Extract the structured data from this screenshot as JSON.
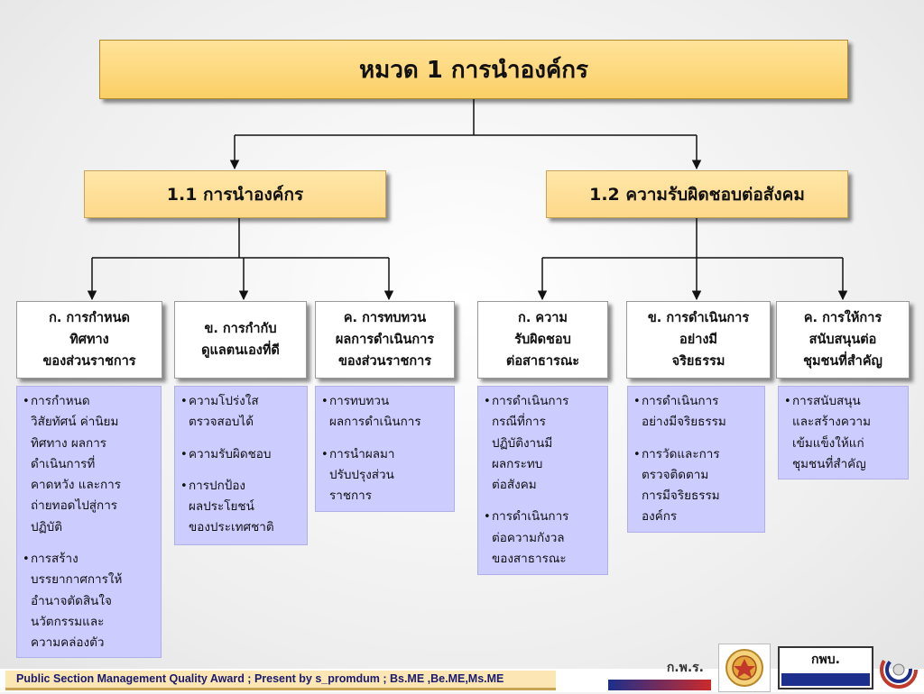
{
  "title": "หมวด 1 การนำองค์กร",
  "level1": [
    {
      "label": "1.1 การนำองค์กร"
    },
    {
      "label": "1.2 ความรับผิดชอบต่อสังคม"
    }
  ],
  "level2": [
    {
      "label": "ก. การกำหนด\nทิศทาง\nของส่วนราชการ",
      "items": [
        "การกำหนด\nวิสัยทัศน์ ค่านิยม\nทิศทาง ผลการ\nดำเนินการที่\nคาดหวัง และการ\nถ่ายทอดไปสู่การ\nปฏิบัติ",
        "การสร้าง\nบรรยากาศการให้\nอำนาจตัดสินใจ\nนวัตกรรมและ\nความคล่องตัว"
      ]
    },
    {
      "label": "ข. การกำกับ\nดูแลตนเองที่ดี",
      "items": [
        "ความโปร่งใส\nตรวจสอบได้",
        "ความรับผิดชอบ",
        "การปกป้อง\nผลประโยชน์\nของประเทศชาติ"
      ]
    },
    {
      "label": "ค. การทบทวน\nผลการดำเนินการ\nของส่วนราชการ",
      "items": [
        "การทบทวน\nผลการดำเนินการ",
        "การนำผลมา\nปรับปรุงส่วน\nราชการ"
      ]
    },
    {
      "label": "ก. ความ\nรับผิดชอบ\nต่อสาธารณะ",
      "items": [
        "การดำเนินการ\nกรณีที่การ\nปฏิบัติงานมี\nผลกระทบ\nต่อสังคม",
        "การดำเนินการ\nต่อความกังวล\nของสาธารณะ"
      ]
    },
    {
      "label": "ข. การดำเนินการ\nอย่างมี\nจริยธรรม",
      "items": [
        "การดำเนินการ\nอย่างมีจริยธรรม",
        "การวัดและการ\nตรวจติดตาม\nการมีจริยธรรม\nองค์กร"
      ]
    },
    {
      "label": "ค. การให้การ\nสนับสนุนต่อ\nชุมชนที่สำคัญ",
      "items": [
        "การสนับสนุน\nและสร้างความ\nเข้มแข็งให้แก่\nชุมชนที่สำคัญ"
      ]
    }
  ],
  "footer": {
    "text": "Public Section Management Quality Award  ; Present by s_promdum ; Bs.ME ,Be.ME,Ms.ME",
    "logo_opdc": "ก.พ.ร.",
    "logo_ocsc": "กพบ."
  },
  "colors": {
    "title_fill": "#fbcf66",
    "level1_fill": "#fdd98a",
    "detail_fill": "#ccccff",
    "footer_fill": "#fbe6b4"
  }
}
